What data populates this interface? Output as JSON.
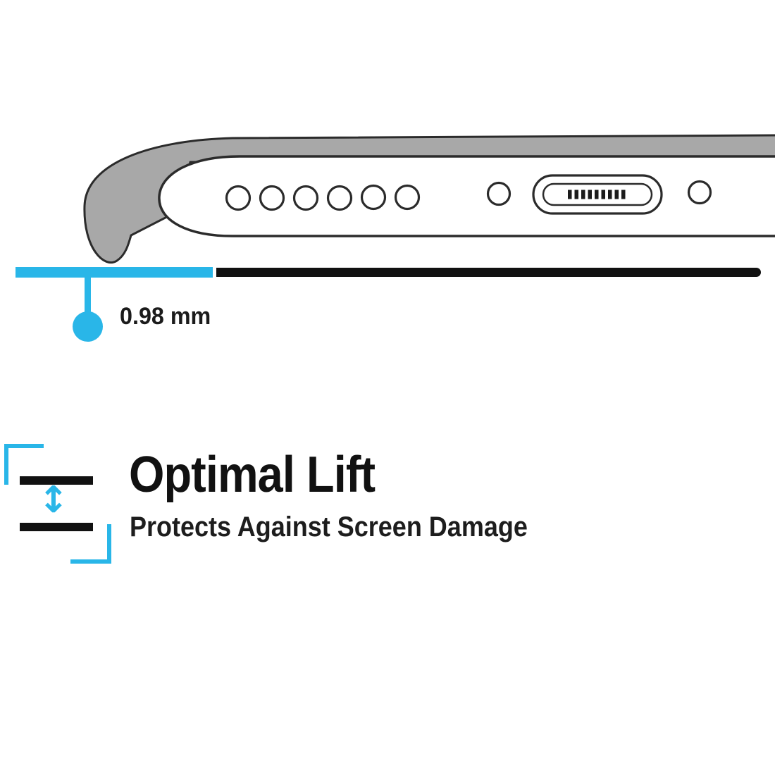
{
  "colors": {
    "accent_cyan": "#29b6e8",
    "case_gray": "#a8a8a8",
    "outline_dark": "#2b2b2b",
    "bar_black": "#111111",
    "text_black": "#1b1b1b"
  },
  "measurement": {
    "label": "0.98 mm"
  },
  "feature": {
    "title": "Optimal Lift",
    "subtitle": "Protects Against Screen Damage"
  },
  "icons": {
    "lift_arrow_icon": "↕"
  }
}
